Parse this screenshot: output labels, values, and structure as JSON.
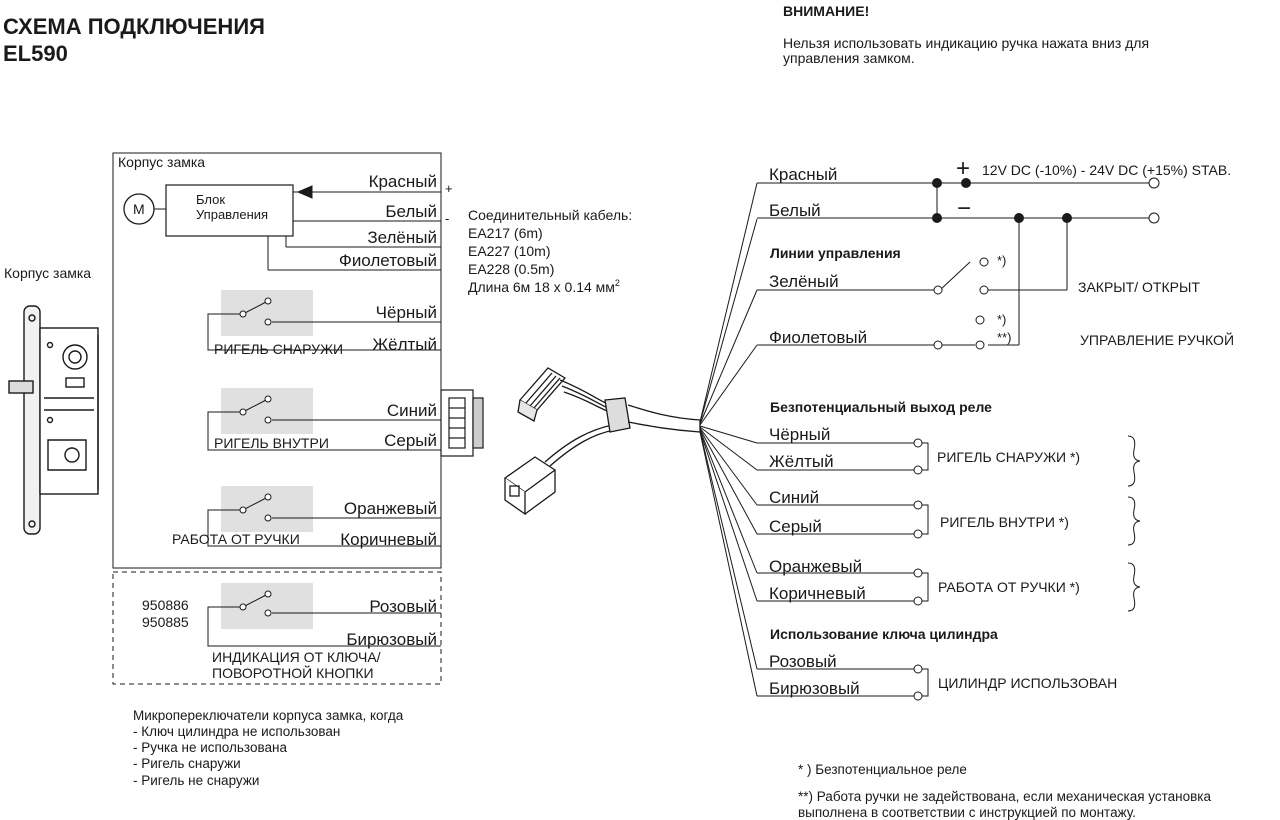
{
  "title": {
    "line1": "СХЕМА ПОДКЛЮЧЕНИЯ",
    "line2": "EL590"
  },
  "warning": {
    "heading": "ВНИМАНИЕ!",
    "line1": "Нельзя использовать индикацию ручка нажата вниз для",
    "line2": "управления замком."
  },
  "left": {
    "lock_body_label": "Корпус замка",
    "lock_image_label": "Корпус замка",
    "motor_symbol": "M",
    "control_unit_line1": "Блок",
    "control_unit_line2": "Управления",
    "plus": "+",
    "minus": "-",
    "wires": {
      "red": "Красный",
      "white": "Белый",
      "green": "Зелёный",
      "violet": "Фиолетовый",
      "black": "Чёрный",
      "yellow": "Жёлтый",
      "blue": "Синий",
      "grey": "Серый",
      "orange": "Оранжевый",
      "brown": "Коричневый",
      "pink": "Розовый",
      "turquoise": "Бирюзовый"
    },
    "switch_labels": {
      "bolt_out": "РИГЕЛЬ СНАРУЖИ",
      "bolt_in": "РИГЕЛЬ ВНУТРИ",
      "handle_op": "РАБОТА ОТ РУЧКИ",
      "key_ind_line1": "ИНДИКАЦИЯ ОТ КЛЮЧА/",
      "key_ind_line2": "ПОВОРОТНОЙ КНОПКИ"
    },
    "model_codes": [
      "950886",
      "950885"
    ],
    "microswitch_note": {
      "heading": "Микропереключатели корпуса замка, когда",
      "items": [
        "- Ключ цилиндра не использован",
        "- Ручка не использована",
        "- Ригель снаружи",
        "- Ригель  не снаружи"
      ]
    }
  },
  "cable": {
    "heading": "Соединительный кабель:",
    "variants": [
      "EA217 (6m)",
      "EA227 (10m)",
      "EA228 (0.5m)"
    ],
    "length_prefix": "Длина 6м 18 x 0.14 мм",
    "length_sup": "2"
  },
  "right": {
    "wires": {
      "red": "Красный",
      "white": "Белый",
      "green": "Зелёный",
      "violet": "Фиолетовый",
      "black": "Чёрный",
      "yellow": "Жёлтый",
      "blue": "Синий",
      "grey": "Серый",
      "orange": "Оранжевый",
      "brown": "Коричневый",
      "pink": "Розовый",
      "turquoise": "Бирюзовый"
    },
    "plus_sign": "+",
    "minus_sign": "−",
    "power_spec": "12V DC (-10%) - 24V DC (+15%) STAB.",
    "control_lines_heading": "Линии управления",
    "star": "*)",
    "double_star": "**)",
    "closed_open": "ЗАКРЫТ/ ОТКРЫТ",
    "handle_control": "УПРАВЛЕНИЕ РУЧКОЙ",
    "relay_heading": "Безпотенциальный выход реле",
    "relay_bolt_out": "РИГЕЛЬ СНАРУЖИ *)",
    "relay_bolt_in": "РИГЕЛЬ ВНУТРИ    *)",
    "relay_handle": "РАБОТА ОТ РУЧКИ *)",
    "cylinder_heading": "Использование ключа цилиндра",
    "cylinder_used": "ЦИЛИНДР ИСПОЛЬЗОВАН"
  },
  "footnotes": {
    "star": "* ) Безпотенциальное реле",
    "double_star_line1": "**) Работа ручки не задействована, если механическая установка",
    "double_star_line2": "выполнена в соответствии  с инструкцией по монтажу."
  }
}
